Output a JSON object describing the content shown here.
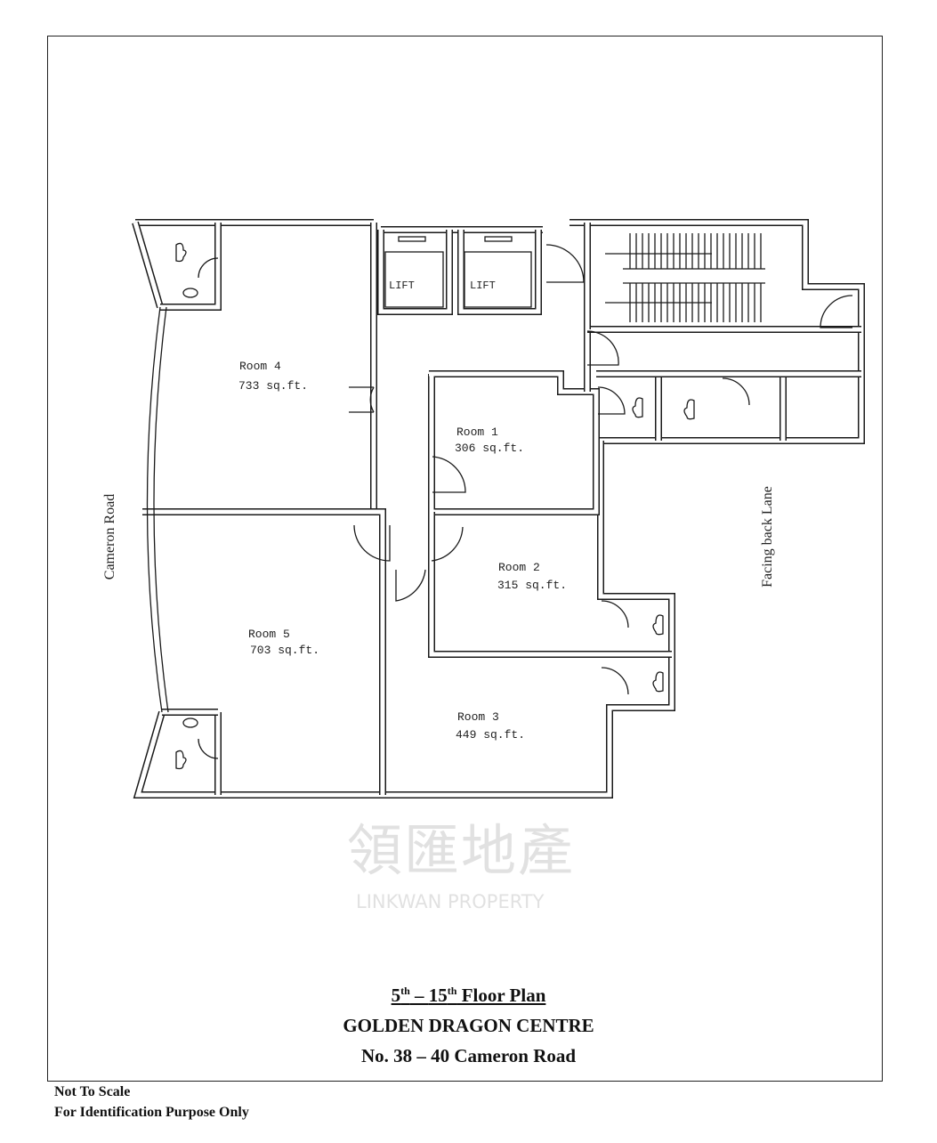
{
  "plan": {
    "rooms": [
      {
        "name": "Room 4",
        "area": "733 sq.ft."
      },
      {
        "name": "Room 1",
        "area": "306 sq.ft."
      },
      {
        "name": "Room 2",
        "area": "315 sq.ft."
      },
      {
        "name": "Room 5",
        "area": "703 sq.ft."
      },
      {
        "name": "Room 3",
        "area": "449 sq.ft."
      }
    ],
    "lift_label": "LIFT",
    "street_left": "Cameron Road",
    "street_right": "Facing back Lane"
  },
  "watermark": {
    "chinese": "領匯地產",
    "english": "LINKWAN PROPERTY"
  },
  "title": {
    "floor_start": "5",
    "floor_start_sup": "th",
    "dash": " – ",
    "floor_end": "15",
    "floor_end_sup": "th",
    "floor_suffix": " Floor Plan",
    "building": "GOLDEN DRAGON CENTRE",
    "address": "No. 38 – 40 Cameron Road"
  },
  "notes": {
    "scale": "Not To Scale",
    "purpose": "For Identification Purpose Only"
  }
}
